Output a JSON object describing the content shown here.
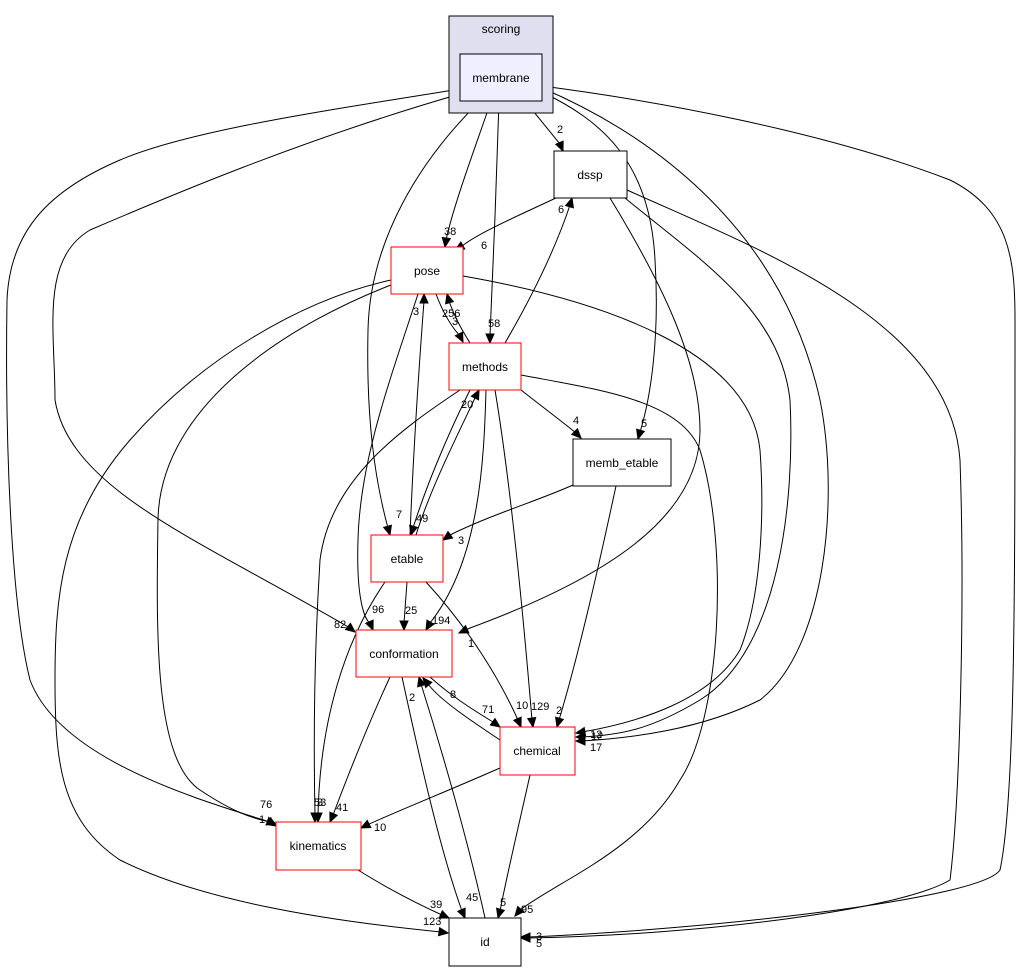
{
  "cluster": {
    "label": "scoring"
  },
  "nodes": {
    "membrane": {
      "label": "membrane"
    },
    "dssp": {
      "label": "dssp"
    },
    "pose": {
      "label": "pose"
    },
    "methods": {
      "label": "methods"
    },
    "memb_etable": {
      "label": "memb_etable"
    },
    "etable": {
      "label": "etable"
    },
    "conformation": {
      "label": "conformation"
    },
    "chemical": {
      "label": "chemical"
    },
    "kinematics": {
      "label": "kinematics"
    },
    "id": {
      "label": "id"
    }
  },
  "edges": [
    {
      "from": "membrane",
      "to": "dssp",
      "label": "2"
    },
    {
      "from": "membrane",
      "to": "pose",
      "label": "38"
    },
    {
      "from": "membrane",
      "to": "methods",
      "label": "58"
    },
    {
      "from": "membrane",
      "to": "memb_etable",
      "label": "5"
    },
    {
      "from": "membrane",
      "to": "etable",
      "label": "7"
    },
    {
      "from": "membrane",
      "to": "conformation",
      "label": "82"
    },
    {
      "from": "membrane",
      "to": "chemical",
      "label": "17"
    },
    {
      "from": "membrane",
      "to": "kinematics",
      "label": "1"
    },
    {
      "from": "membrane",
      "to": "id",
      "label": "3"
    },
    {
      "from": "dssp",
      "to": "pose",
      "label": "6"
    },
    {
      "from": "dssp",
      "to": "conformation",
      "label": "1"
    },
    {
      "from": "dssp",
      "to": "chemical",
      "label": "12"
    },
    {
      "from": "dssp",
      "to": "id",
      "label": "5"
    },
    {
      "from": "pose",
      "to": "methods",
      "label": "256"
    },
    {
      "from": "pose",
      "to": "conformation",
      "label": "96"
    },
    {
      "from": "pose",
      "to": "chemical",
      "label": "12"
    },
    {
      "from": "pose",
      "to": "kinematics",
      "label": "76"
    },
    {
      "from": "pose",
      "to": "id",
      "label": "123"
    },
    {
      "from": "methods",
      "to": "dssp",
      "label": "6"
    },
    {
      "from": "methods",
      "to": "pose",
      "label": "3"
    },
    {
      "from": "methods",
      "to": "memb_etable",
      "label": "4"
    },
    {
      "from": "methods",
      "to": "etable",
      "label": "49"
    },
    {
      "from": "methods",
      "to": "conformation",
      "label": "194"
    },
    {
      "from": "methods",
      "to": "chemical",
      "label": "129"
    },
    {
      "from": "methods",
      "to": "kinematics",
      "label": "53"
    },
    {
      "from": "methods",
      "to": "id",
      "label": "95"
    },
    {
      "from": "memb_etable",
      "to": "etable",
      "label": "3"
    },
    {
      "from": "memb_etable",
      "to": "chemical",
      "label": "2"
    },
    {
      "from": "etable",
      "to": "pose",
      "label": "3"
    },
    {
      "from": "etable",
      "to": "methods",
      "label": "20"
    },
    {
      "from": "etable",
      "to": "conformation",
      "label": "25"
    },
    {
      "from": "etable",
      "to": "chemical",
      "label": "10"
    },
    {
      "from": "etable",
      "to": "kinematics",
      "label": "3"
    },
    {
      "from": "conformation",
      "to": "chemical",
      "label": "71"
    },
    {
      "from": "conformation",
      "to": "kinematics",
      "label": "41"
    },
    {
      "from": "conformation",
      "to": "id",
      "label": "45"
    },
    {
      "from": "chemical",
      "to": "conformation",
      "label": "8"
    },
    {
      "from": "chemical",
      "to": "kinematics",
      "label": "10"
    },
    {
      "from": "chemical",
      "to": "id",
      "label": "5"
    },
    {
      "from": "kinematics",
      "to": "id",
      "label": "39"
    },
    {
      "from": "id",
      "to": "conformation",
      "label": "2"
    }
  ],
  "colors": {
    "cluster_fill": "#dfdfef",
    "cluster_stroke": "#000000",
    "focus_fill": "#efefff",
    "red_border": "#ff0000",
    "black_border": "#000000",
    "edge": "#000000"
  }
}
